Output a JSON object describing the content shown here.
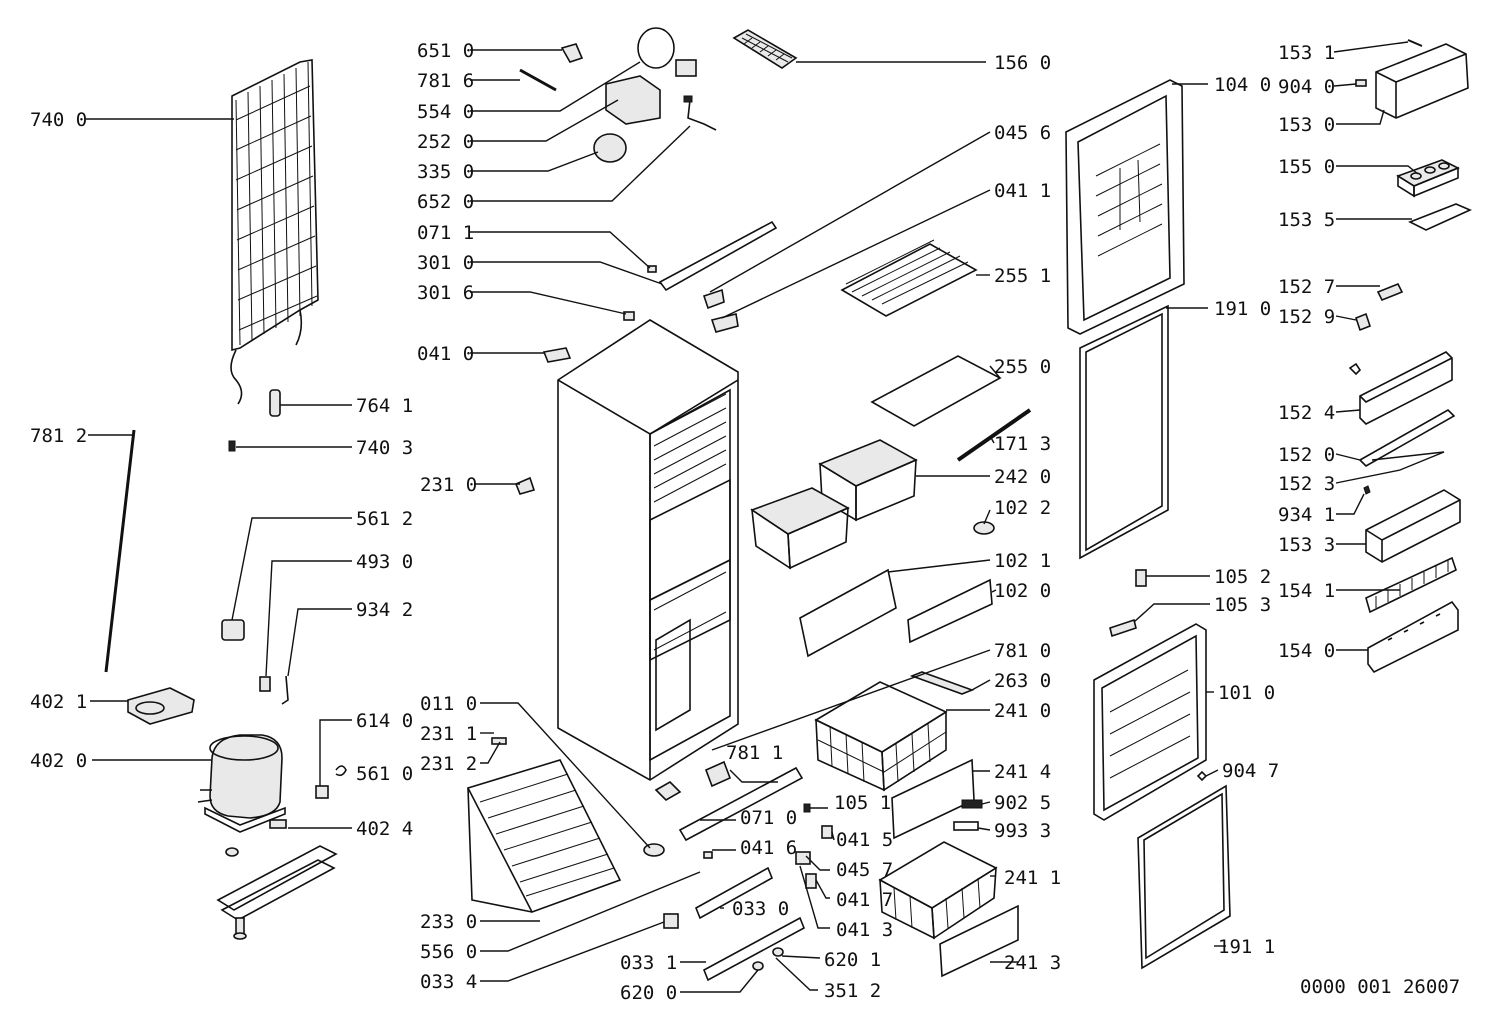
{
  "diagram": {
    "code": "0000 001 26007",
    "labels": [
      "651 0",
      "781 6",
      "554 0",
      "252 0",
      "335 0",
      "652 0",
      "071 1",
      "301 0",
      "301 6",
      "041 0",
      "740 0",
      "764 1",
      "740 3",
      "781 2",
      "231 0",
      "561 2",
      "493 0",
      "934 2",
      "402 1",
      "614 0",
      "561 0",
      "402 0",
      "402 4",
      "011 0",
      "231 1",
      "231 2",
      "233 0",
      "556 0",
      "033 4",
      "156 0",
      "045 6",
      "041 1",
      "255 1",
      "255 0",
      "171 3",
      "242 0",
      "102 2",
      "102 1",
      "102 0",
      "781 0",
      "263 0",
      "241 0",
      "781 1",
      "241 4",
      "105 1",
      "902 5",
      "071 0",
      "041 5",
      "993 3",
      "041 6",
      "045 7",
      "241 1",
      "041 7",
      "041 3",
      "033 0",
      "620 1",
      "033 1",
      "241 3",
      "620 0",
      "351 2",
      "104 0",
      "191 0",
      "105 2",
      "105 3",
      "101 0",
      "904 7",
      "191 1",
      "153 1",
      "904 0",
      "153 0",
      "155 0",
      "153 5",
      "152 7",
      "152 9",
      "152 4",
      "152 0",
      "152 3",
      "934 1",
      "153 3",
      "154 1",
      "154 0"
    ]
  }
}
